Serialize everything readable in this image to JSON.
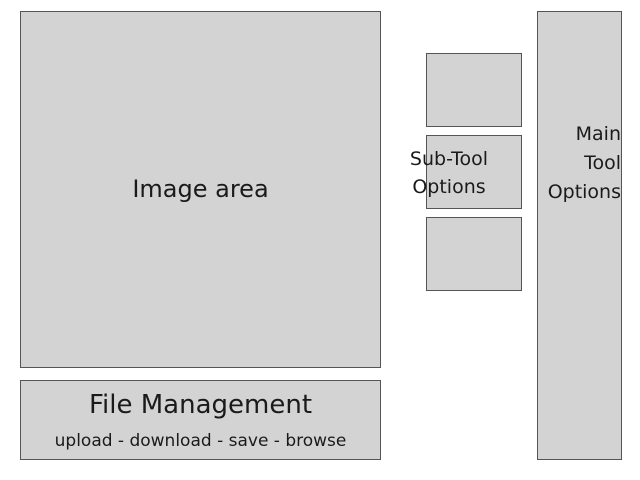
{
  "image_area": {
    "label": "Image area"
  },
  "file_management": {
    "title": "File Management",
    "subtitle": "upload - download - save - browse"
  },
  "sub_tool_options": {
    "label_line1": "Sub-Tool",
    "label_line2": "Options"
  },
  "main_tool_options": {
    "label_line1": "Main",
    "label_line2": "Tool",
    "label_line3": "Options"
  }
}
